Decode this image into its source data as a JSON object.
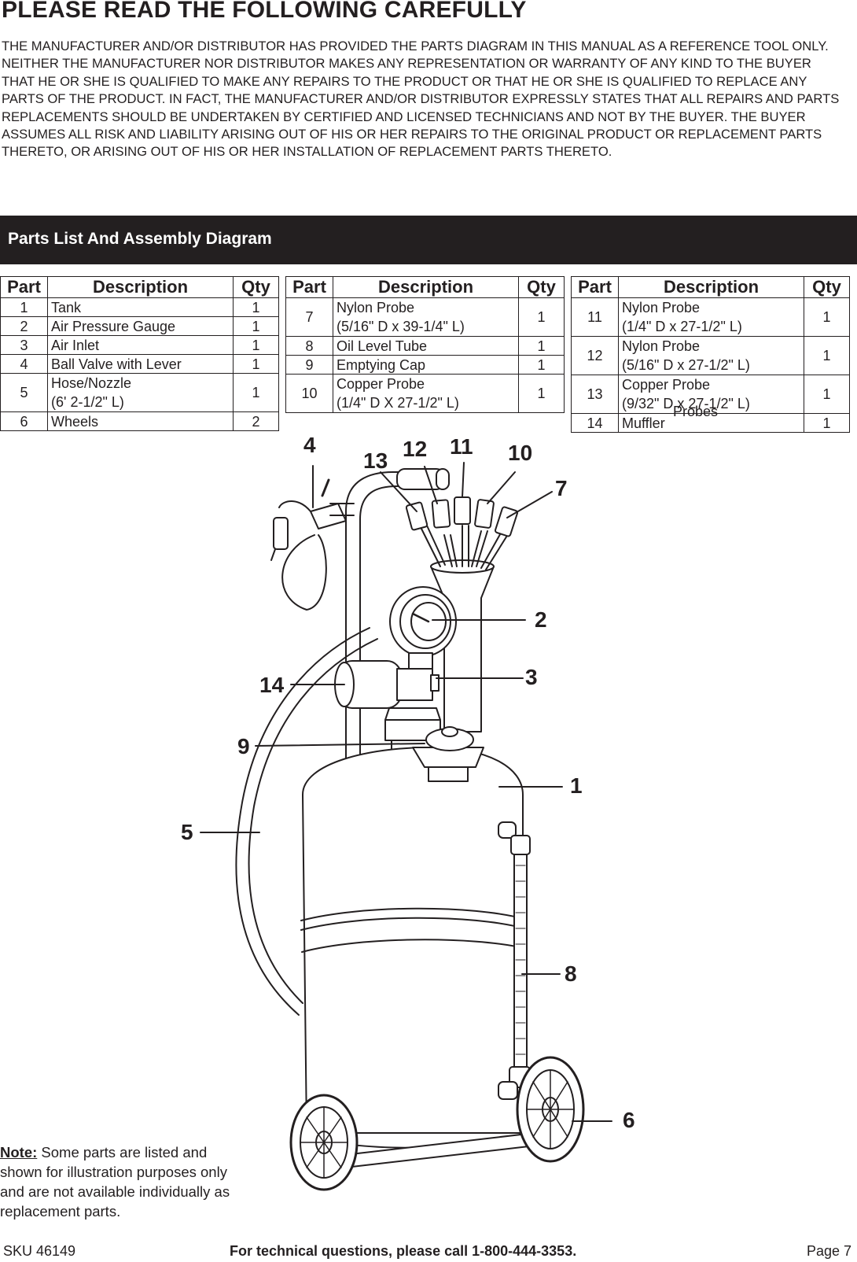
{
  "heading": "PLEASE READ THE FOLLOWING CAREFULLY",
  "disclaimer": "THE MANUFACTURER AND/OR DISTRIBUTOR HAS PROVIDED THE PARTS DIAGRAM IN THIS MANUAL AS A REFERENCE TOOL ONLY.  NEITHER THE MANUFACTURER NOR DISTRIBUTOR MAKES ANY REPRESENTATION OR WARRANTY OF ANY KIND TO THE BUYER THAT HE OR SHE IS QUALIFIED TO MAKE ANY REPAIRS TO THE PRODUCT OR THAT HE OR SHE IS QUALIFIED TO REPLACE ANY PARTS OF THE PRODUCT.  IN FACT, THE MANUFACTURER AND/OR DISTRIBUTOR EXPRESSLY STATES THAT ALL REPAIRS AND PARTS REPLACEMENTS SHOULD BE UNDERTAKEN BY CERTIFIED AND LICENSED TECHNICIANS AND NOT BY THE BUYER.  THE BUYER ASSUMES ALL RISK AND LIABILITY ARISING OUT OF HIS OR HER REPAIRS TO THE ORIGINAL PRODUCT OR REPLACEMENT PARTS THERETO, OR ARISING OUT OF HIS OR HER INSTALLATION OF REPLACEMENT PARTS THERETO.",
  "section_title": "Parts List And Assembly Diagram",
  "table_headers": {
    "part": "Part",
    "description": "Description",
    "qty": "Qty"
  },
  "parts_tables": [
    [
      {
        "part": "1",
        "desc": "Tank",
        "desc2": "",
        "qty": "1"
      },
      {
        "part": "2",
        "desc": "Air Pressure Gauge",
        "desc2": "",
        "qty": "1"
      },
      {
        "part": "3",
        "desc": "Air Inlet",
        "desc2": "",
        "qty": "1"
      },
      {
        "part": "4",
        "desc": "Ball Valve with Lever",
        "desc2": "",
        "qty": "1"
      },
      {
        "part": "5",
        "desc": "Hose/Nozzle",
        "desc2": "(6' 2-1/2\" L)",
        "qty": "1"
      },
      {
        "part": "6",
        "desc": "Wheels",
        "desc2": "",
        "qty": "2"
      }
    ],
    [
      {
        "part": "7",
        "desc": "Nylon Probe",
        "desc2": "(5/16\" D x 39-1/4\" L)",
        "qty": "1"
      },
      {
        "part": "8",
        "desc": "Oil Level Tube",
        "desc2": "",
        "qty": "1"
      },
      {
        "part": "9",
        "desc": "Emptying Cap",
        "desc2": "",
        "qty": "1"
      },
      {
        "part": "10",
        "desc": "Copper Probe",
        "desc2": "(1/4\" D X 27-1/2\" L)",
        "qty": "1"
      }
    ],
    [
      {
        "part": "11",
        "desc": "Nylon Probe",
        "desc2": "(1/4\" D x 27-1/2\" L)",
        "qty": "1"
      },
      {
        "part": "12",
        "desc": "Nylon Probe",
        "desc2": "(5/16\" D x 27-1/2\" L)",
        "qty": "1"
      },
      {
        "part": "13",
        "desc": "Copper Probe",
        "desc2": "(9/32\" D x 27-1/2\" L)",
        "qty": "1"
      },
      {
        "part": "14",
        "desc": "Muffler",
        "desc2": "",
        "qty": "1"
      }
    ]
  ],
  "overlay_text": "Probes",
  "callouts": [
    "4",
    "13",
    "12",
    "11",
    "10",
    "7",
    "2",
    "3",
    "14",
    "9",
    "1",
    "5",
    "8",
    "6"
  ],
  "note": {
    "label": "Note:",
    "text": " Some parts are listed and shown for illustration purposes only and are not available individually as replacement parts."
  },
  "footer": {
    "sku": "SKU 46149",
    "tech": "For technical questions, please call 1-800-444-3353.",
    "page": "Page 7"
  }
}
